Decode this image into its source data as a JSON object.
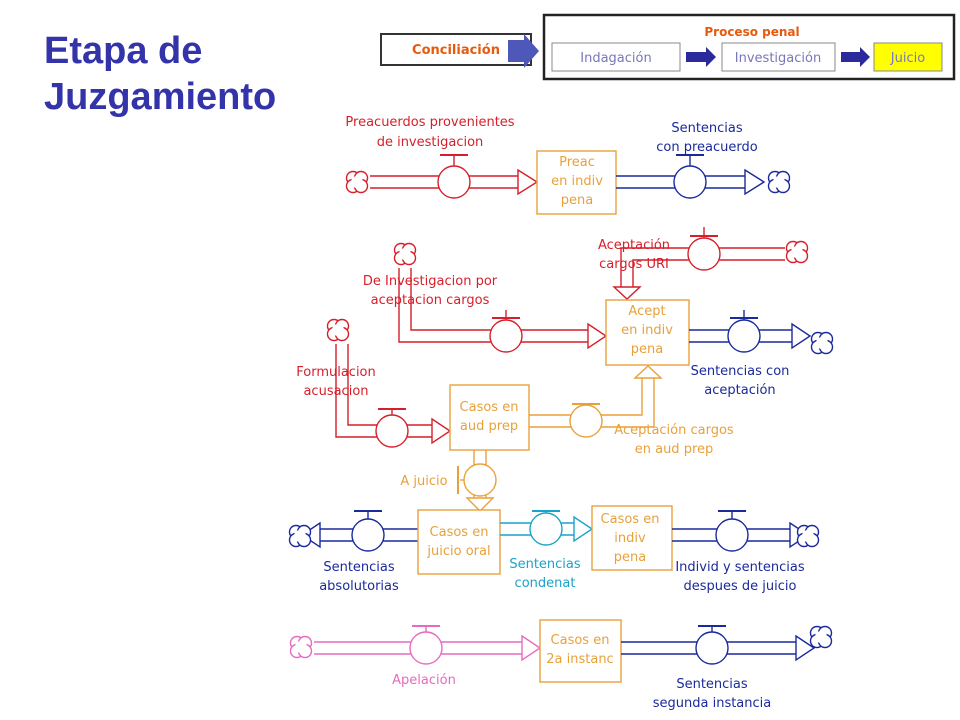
{
  "title": {
    "line1": "Etapa de",
    "line2": "Juzgamiento"
  },
  "header": {
    "conciliacion": "Conciliación",
    "proceso_penal": "Proceso penal",
    "indagacion": "Indagación",
    "investigacion": "Investigación",
    "juicio": "Juicio"
  },
  "stocks": {
    "preac": [
      "Preac",
      "en indiv",
      "pena"
    ],
    "acept": [
      "Acept",
      "en indiv",
      "pena"
    ],
    "casos_aud": [
      "Casos en",
      "aud prep"
    ],
    "casos_juicio": [
      "Casos en",
      "juicio oral"
    ],
    "casos_indiv": [
      "Casos en",
      "indiv",
      "pena"
    ],
    "casos_2a": [
      "Casos en",
      "2a instanc"
    ]
  },
  "flows": {
    "preacuerdos": [
      "Preacuerdos provenientes",
      "de investigacion"
    ],
    "sent_preacuerdo": [
      "Sentencias",
      "con preacuerdo"
    ],
    "aceptacion_uri": [
      "Aceptación",
      "cargos URI"
    ],
    "de_investigacion": [
      "De Investigacion por",
      "aceptacion  cargos"
    ],
    "sent_aceptacion": [
      "Sentencias con",
      "aceptación"
    ],
    "formulacion": [
      "Formulacion",
      "acusacion"
    ],
    "aceptacion_aud": [
      "Aceptación cargos",
      "en aud prep"
    ],
    "a_juicio": "A juicio",
    "sent_absolutorias": [
      "Sentencias",
      "absolutorias"
    ],
    "sent_condenat": [
      "Sentencias",
      "condenat"
    ],
    "individ": [
      "Individ y sentencias",
      "despues de juicio"
    ],
    "apelacion": "Apelación",
    "sent_segunda": [
      "Sentencias",
      "segunda instancia"
    ]
  },
  "colors": {
    "title": "#3333aa",
    "red": "#d61f2a",
    "blue": "#1a2a9c",
    "orange": "#e8a13a",
    "teal": "#1aa3c8",
    "pink": "#e66bc0",
    "juicio_fill": "#ffff00",
    "header_label": "#e8590c"
  }
}
